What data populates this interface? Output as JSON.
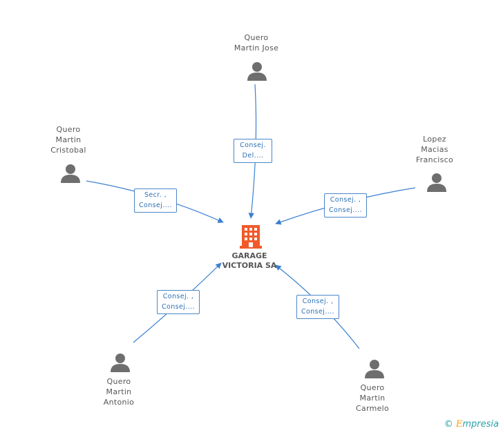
{
  "company": {
    "name": "GARAGE\nVICTORIA SA",
    "icon": "building-icon",
    "color": "#f2592a"
  },
  "people": [
    {
      "id": "jose",
      "name": "Quero\nMartin Jose",
      "relation": "Consej.\nDel...."
    },
    {
      "id": "cristobal",
      "name": "Quero\nMartin\nCristobal",
      "relation": "Secr. ,\nConsej...."
    },
    {
      "id": "francisco",
      "name": "Lopez\nMacias\nFrancisco",
      "relation": "Consej. ,\nConsej...."
    },
    {
      "id": "antonio",
      "name": "Quero\nMartin\nAntonio",
      "relation": "Consej. ,\nConsej...."
    },
    {
      "id": "carmelo",
      "name": "Quero\nMartin\nCarmelo",
      "relation": "Consej. ,\nConsej...."
    }
  ],
  "colors": {
    "edge": "#3a7fd1",
    "person_icon": "#6e6e6e",
    "label_text": "#555555"
  },
  "brand": {
    "copyright": "©",
    "e": "E",
    "rest": "mpresia"
  }
}
